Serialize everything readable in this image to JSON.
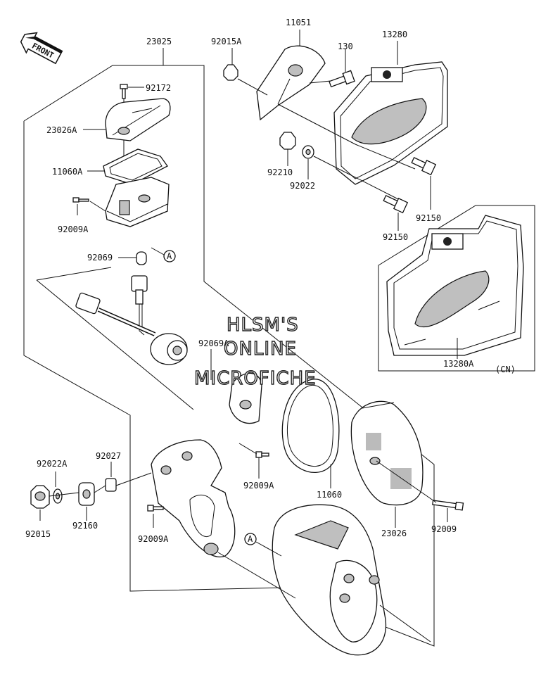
{
  "front_marker": {
    "text": "FRONT"
  },
  "watermark": {
    "line1": "HLSM'S",
    "line2": "ONLINE",
    "line3": "MICROFICHE"
  },
  "callout": "A",
  "note": "(CN)",
  "labels": {
    "p23025": "23025",
    "p92172": "92172",
    "p23026A": "23026A",
    "p11060A": "11060A",
    "p92009A_1": "92009A",
    "p92069": "92069",
    "p92069A": "92069A",
    "p11051": "11051",
    "p92015A": "92015A",
    "p130": "130",
    "p13280": "13280",
    "p92210": "92210",
    "p92022": "92022",
    "p92150_1": "92150",
    "p92150_2": "92150",
    "p13280A": "13280A",
    "p92009A_2": "92009A",
    "p11060": "11060",
    "p23026": "23026",
    "p92009": "92009",
    "p92022A": "92022A",
    "p92027": "92027",
    "p92015": "92015",
    "p92160": "92160",
    "p92009A_3": "92009A"
  }
}
